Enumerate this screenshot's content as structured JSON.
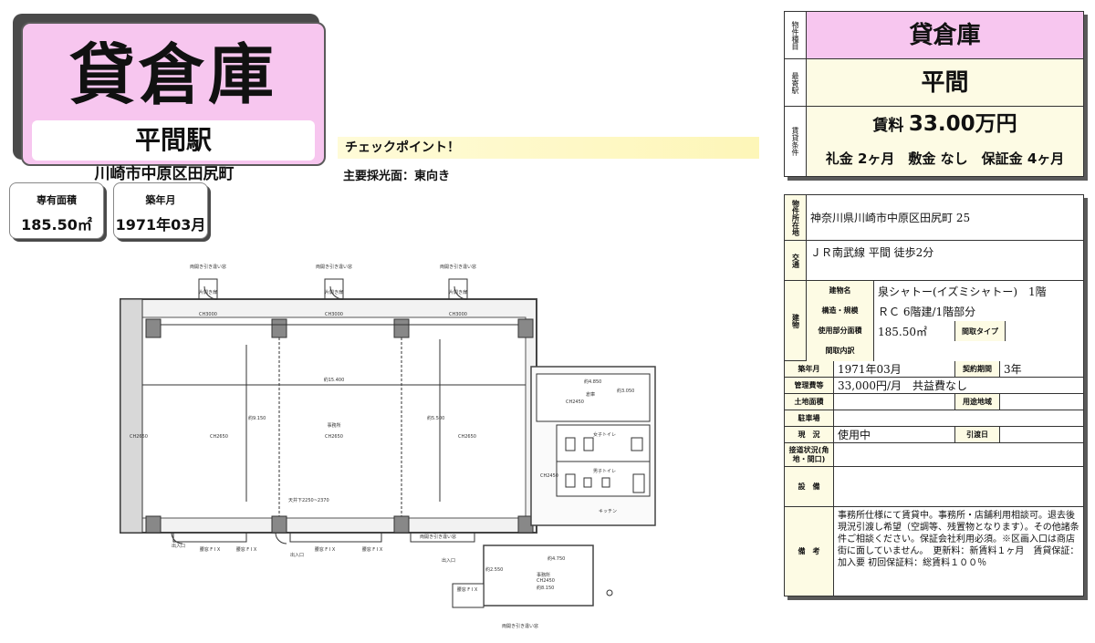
{
  "title": {
    "type": "貸倉庫",
    "station": "平間駅",
    "address": "川崎市中原区田尻町"
  },
  "cards": {
    "area_label": "専有面積",
    "area_value": "185.50㎡",
    "built_label": "築年月",
    "built_value": "1971年03月"
  },
  "checkpoint": {
    "heading": "チェックポイント！",
    "note": "主要採光面：東向き"
  },
  "plan": {
    "dims": [
      "約15.400",
      "約4.850",
      "約9.150",
      "約5.500",
      "約8.150",
      "約4.750",
      "約2.550",
      "約3.050"
    ],
    "labels": [
      "事務所",
      "倉庫",
      "女子トイレ",
      "男子トイレ",
      "キッチン",
      "事務所",
      "出入口",
      "出入口",
      "出入口"
    ],
    "ch": [
      "CH3000",
      "CH3000",
      "CH3000",
      "CH2650",
      "CH2650",
      "CH2650",
      "CH2650",
      "CH2450",
      "CH2450",
      "CH2450"
    ],
    "doors": [
      "両開き引き違い窓",
      "両開き引き違い窓",
      "両開き引き違い窓",
      "片開き扉",
      "片開き扉",
      "片開き扉"
    ],
    "fix": [
      "腰窓 F I X",
      "腰窓 F I X",
      "腰窓 F I X",
      "腰窓 F I X",
      "腰窓 F I X"
    ],
    "bottom_doors": [
      "両開き引き違い窓",
      "両開き引き違い窓"
    ],
    "ceiling_note": "天井下2250~2370"
  },
  "summary": {
    "side_type": "物件種目",
    "type": "貸倉庫",
    "side_station": "最寄駅",
    "station": "平間",
    "side_rent": "賃貸条件",
    "rent_label": "賃料",
    "rent_value": "33.00万円",
    "terms": "礼金 2ヶ月　敷金 なし　保証金 4ヶ月"
  },
  "details": {
    "location_label": "物件所在地",
    "location": "神奈川県川崎市中原区田尻町 25",
    "transport_label": "交通",
    "transport": "ＪＲ南武線 平間 徒歩2分",
    "building_label": "建物",
    "bname_label": "建物名",
    "bname": "泉シャトー(イズミシャトー)　1階",
    "structure_label": "構造・規模",
    "structure": "ＲＣ 6階建/1階部分",
    "usable_label": "使用部分面積",
    "usable": "185.50㎡",
    "layout_type_label": "間取タイプ",
    "layout_type": "",
    "layout_detail_label": "間取内訳",
    "layout_detail": "",
    "built_label": "築年月",
    "built": "1971年03月",
    "contract_label": "契約期間",
    "contract": "3年",
    "mgmt_label": "管理費等",
    "mgmt": "33,000円/月　共益費なし",
    "land_label": "土地面積",
    "land": "",
    "zoning_label": "用途地域",
    "zoning": "",
    "parking_label": "駐車場",
    "parking": "",
    "status_label": "現　況",
    "status": "使用中",
    "handover_label": "引渡日",
    "handover": "",
    "road_label": "接道状況(角地・間口)",
    "road": "",
    "facility_label": "設　備",
    "facility": "",
    "remarks_label": "備　考",
    "remarks": "事務所仕様にて賃貸中。事務所・店舗利用相談可。退去後現況引渡し希望（空調等、残置物となります）。その他諸条件ご相談ください。保証会社利用必須。※区画入口は商店街に面していません。　更新料：新賃料１ヶ月　賃貸保証：加入要 初回保証料：総賃料１００％"
  }
}
